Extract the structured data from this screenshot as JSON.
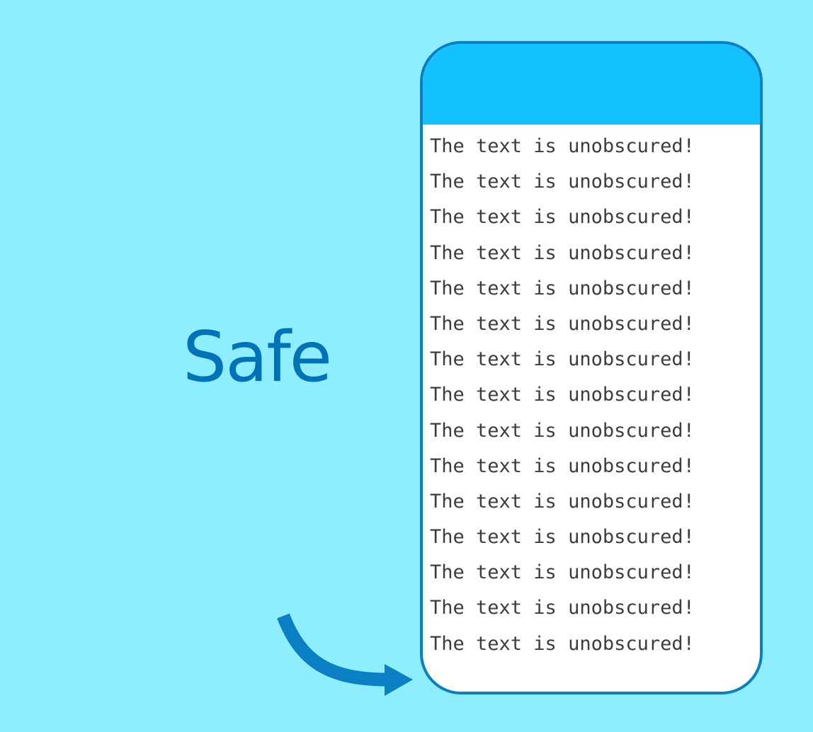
{
  "label": "Safe",
  "phone": {
    "lines": [
      "The text is unobscured!",
      "The text is unobscured!",
      "The text is unobscured!",
      "The text is unobscured!",
      "The text is unobscured!",
      "The text is unobscured!",
      "The text is unobscured!",
      "The text is unobscured!",
      "The text is unobscured!",
      "The text is unobscured!",
      "The text is unobscured!",
      "The text is unobscured!",
      "The text is unobscured!",
      "The text is unobscured!",
      "The text is unobscured!"
    ]
  },
  "colors": {
    "background": "#8EEEFD",
    "label": "#0073B8",
    "app_bar": "#12C1FE",
    "phone_border": "#0A7FC4",
    "arrow": "#0A7FC4",
    "text": "#3C3C3C"
  },
  "icons": {
    "arrow": "curved-arrow-right-icon"
  }
}
